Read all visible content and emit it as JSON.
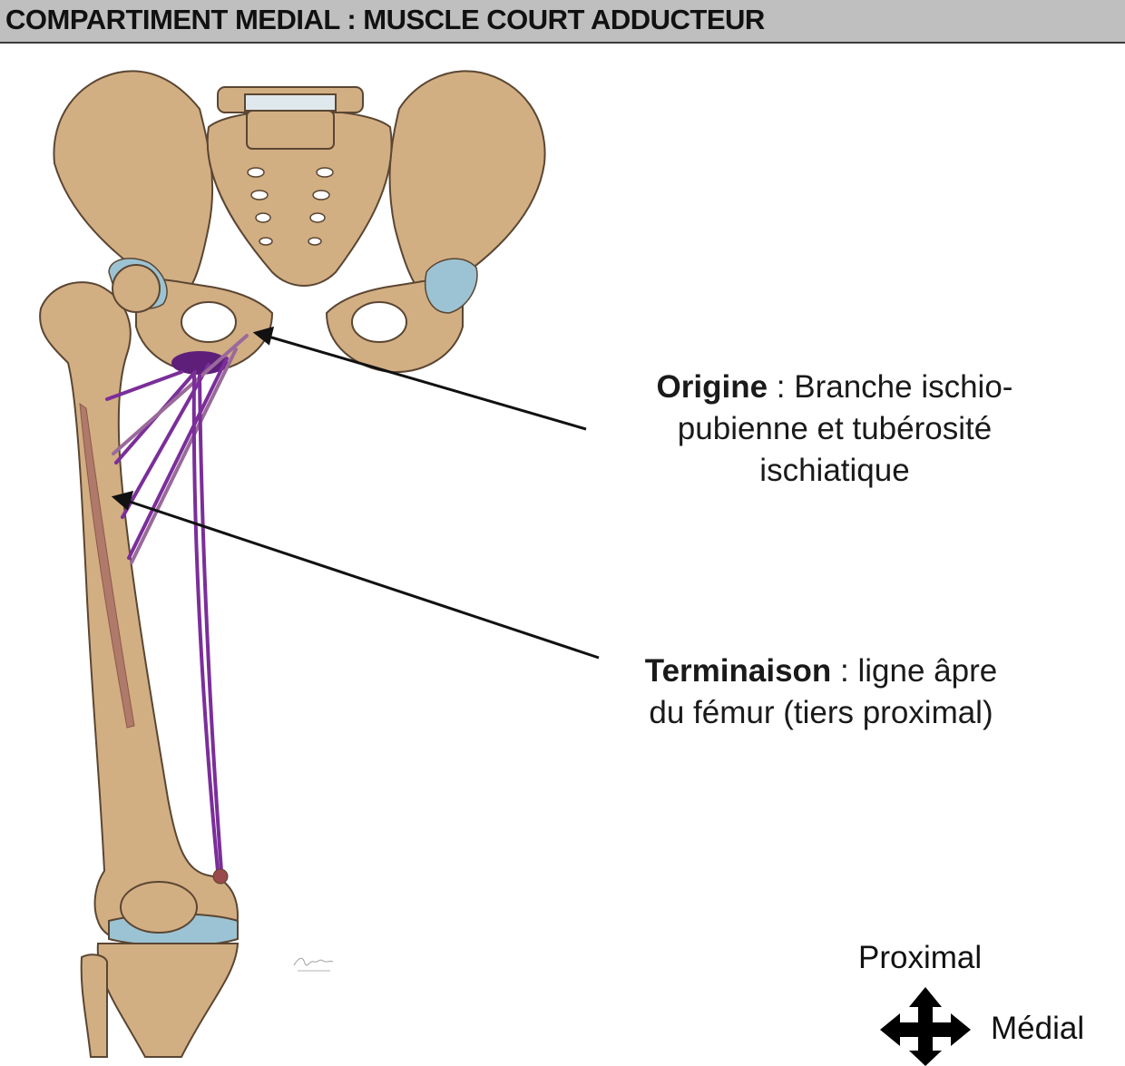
{
  "header": {
    "title": "COMPARTIMENT MEDIAL : MUSCLE COURT ADDUCTEUR"
  },
  "labels": {
    "origin": {
      "keyword": "Origine",
      "separator": " : ",
      "line1_rest": "Branche ischio-",
      "line2": "pubienne et tubérosité",
      "line3": "ischiatique"
    },
    "termination": {
      "keyword": "Terminaison",
      "separator": " : ",
      "line1_rest": "ligne âpre",
      "line2": "du fémur (tiers proximal)"
    }
  },
  "orientation": {
    "proximal": "Proximal",
    "medial": "Médial"
  },
  "colors": {
    "header_bg": "#bfbfbf",
    "bone": "#d2ae83",
    "bone_outline": "#5a4632",
    "cartilage": "#9cc3d3",
    "muscle": "#7b2e9a",
    "muscle_dark": "#5e1f7a",
    "insertion": "#b07a6a",
    "arrow": "#111111"
  }
}
